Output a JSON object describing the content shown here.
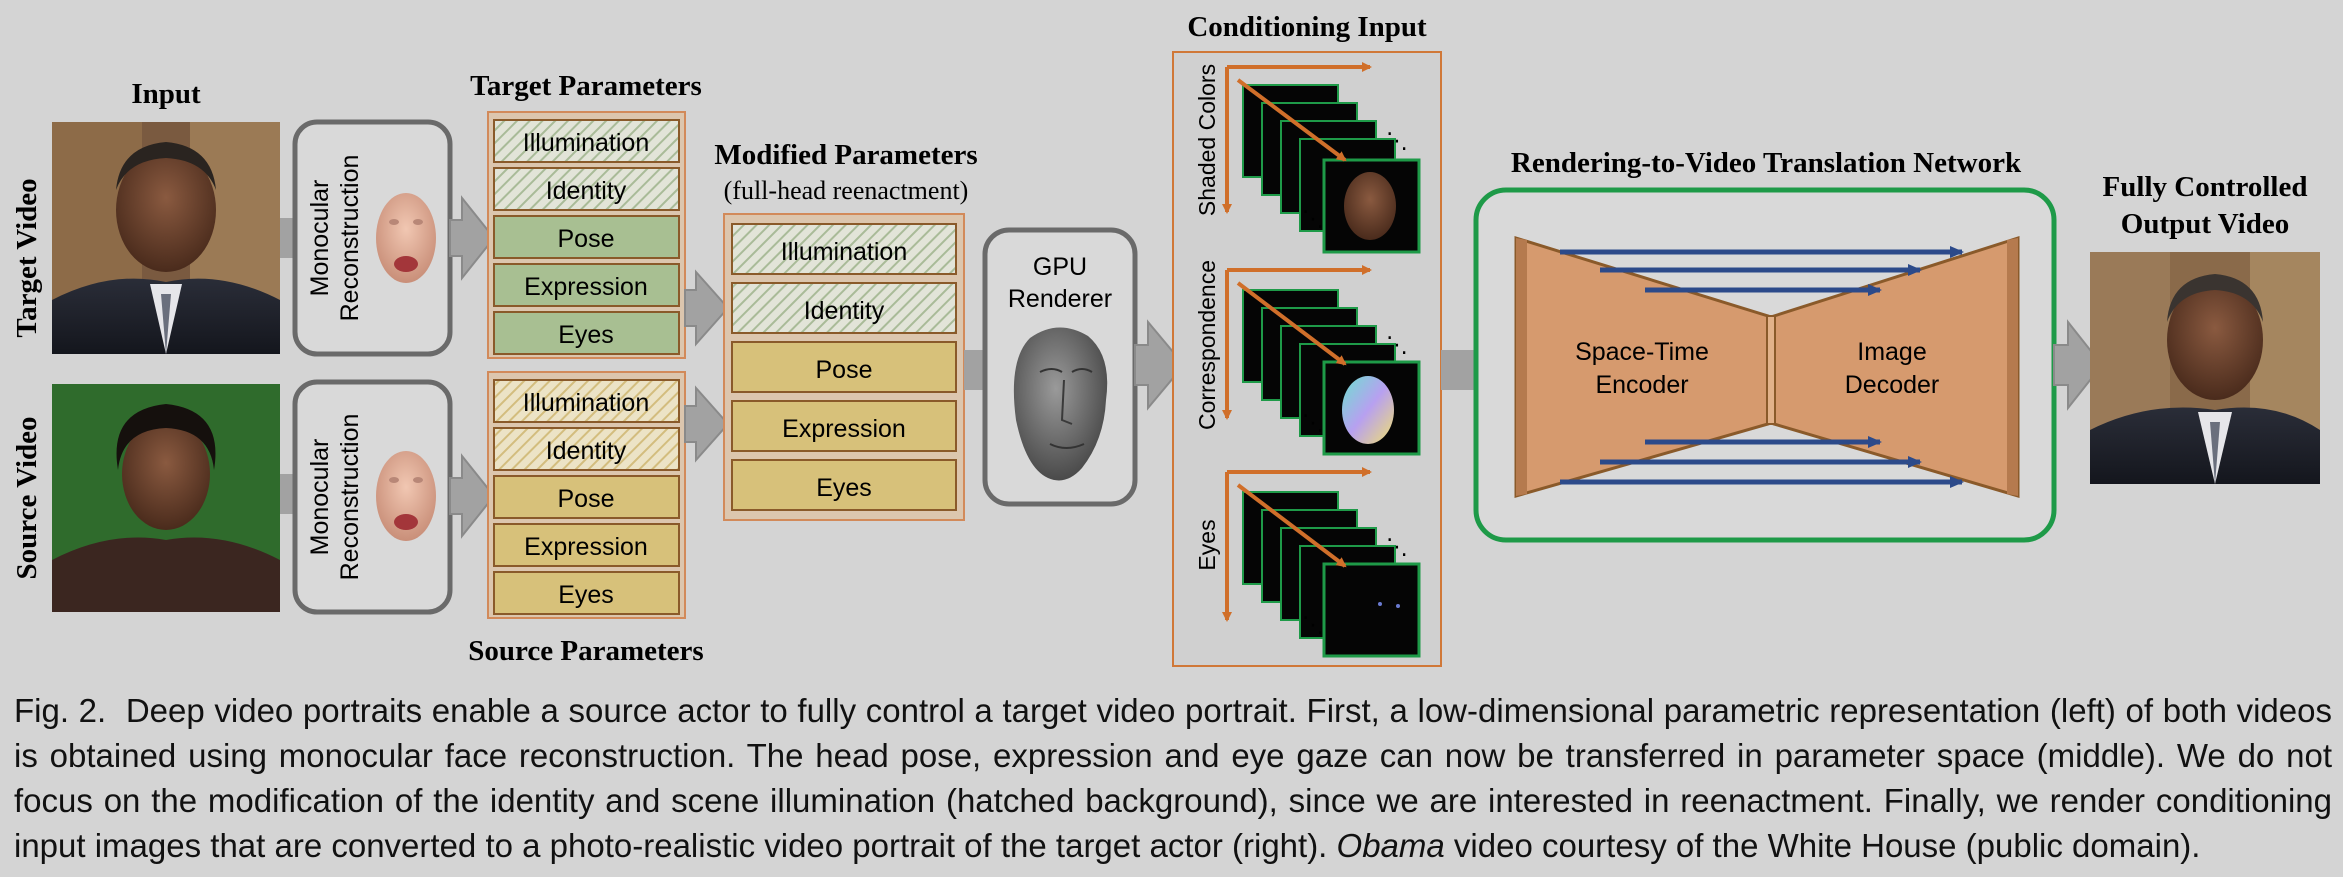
{
  "labels": {
    "input": "Input",
    "target_video": "Target Video",
    "source_video": "Source Video",
    "monocular_reconstruction_line1": "Monocular",
    "monocular_reconstruction_line2": "Reconstruction",
    "target_parameters": "Target Parameters",
    "source_parameters": "Source Parameters",
    "modified_parameters": "Modified Parameters",
    "modified_parameters_sub": "(full-head reenactment)",
    "gpu_line1": "GPU",
    "gpu_line2": "Renderer",
    "conditioning_input": "Conditioning Input",
    "shaded_colors": "Shaded Colors",
    "correspondence": "Correspondence",
    "eyes_axis": "Eyes",
    "network_title": "Rendering-to-Video Translation Network",
    "encoder_line1": "Space-Time",
    "encoder_line2": "Encoder",
    "decoder_line1": "Image",
    "decoder_line2": "Decoder",
    "output_line1": "Fully Controlled",
    "output_line2": "Output Video",
    "dots": "⋱"
  },
  "parameters": {
    "illumination": "Illumination",
    "identity": "Identity",
    "pose": "Pose",
    "expression": "Expression",
    "eyes": "Eyes"
  },
  "caption": {
    "fig": "Fig. 2.",
    "text1": "Deep video portraits enable a source actor to fully control a target video portrait. First, a low-dimensional parametric representation (left) of both videos is obtained using monocular face reconstruction. The head pose, expression and eye gaze can now be transferred in parameter space (middle). We do not focus on the modification of the identity and scene illumination (hatched background), since we are interested in reenactment. Finally, we render conditioning input images that are converted to a photo-realistic video portrait of the target actor (right).",
    "italic": "Obama",
    "text2": "video courtesy of the White House (public domain)."
  },
  "colors": {
    "background": "#d4d4d4",
    "green_param": "#a8bf92",
    "yellow_param": "#d7c17a",
    "param_border": "#8a5a2a",
    "orange_arrow": "#d06f2a",
    "network_border": "#1e9a48",
    "hourglass": "#d69a6e",
    "skip_arrow": "#2c4a8a",
    "gray_arrow": "#a2a2a2"
  }
}
